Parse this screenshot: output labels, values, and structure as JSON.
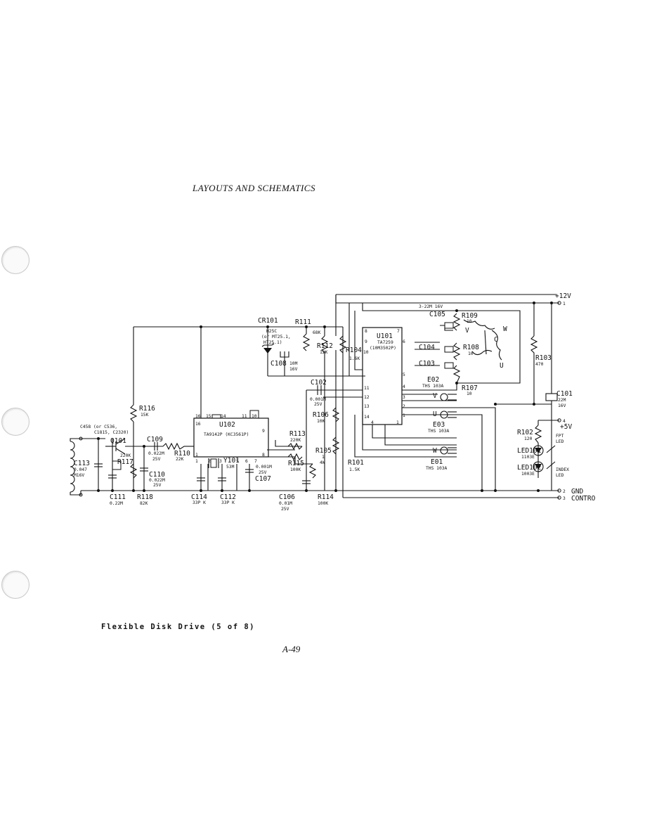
{
  "header": {
    "title": "LAYOUTS AND SCHEMATICS"
  },
  "footer": {
    "caption": "Flexible Disk Drive (5 of 8)",
    "page": "A-49"
  },
  "schematic": {
    "connectors": [
      {
        "pin": "1",
        "name": "+12V"
      },
      {
        "pin": "4",
        "name": "+5V"
      },
      {
        "pin": "2",
        "name": "GND"
      },
      {
        "pin": "3",
        "name": "CONTRO"
      }
    ],
    "components": {
      "CR101": {
        "ref": "CR101",
        "value": "H25C",
        "alt1": "(or MT25.1,",
        "alt2": "HT25.1)"
      },
      "R111": {
        "ref": "R111",
        "value": "68K"
      },
      "R112": {
        "ref": "R112",
        "value": "12K"
      },
      "R104": {
        "ref": "R104",
        "value": "1.6K"
      },
      "C108": {
        "ref": "C108",
        "value1": "10M",
        "value2": "16V"
      },
      "C102": {
        "ref": "C102",
        "value1": "0.001M",
        "value2": "25V"
      },
      "C103_top": {
        "value": "3-22M 16V"
      },
      "C105": {
        "ref": "C105"
      },
      "C104": {
        "ref": "C104"
      },
      "C103": {
        "ref": "C103"
      },
      "R109": {
        "ref": "R109",
        "value": "10"
      },
      "R108": {
        "ref": "R108",
        "value": "10"
      },
      "R107": {
        "ref": "R107",
        "value": "10"
      },
      "U101": {
        "ref": "U101",
        "part": "TA7259",
        "alt": "(10M3502P)"
      },
      "E02": {
        "ref": "E02",
        "part": "THS 103A"
      },
      "E03": {
        "ref": "E03",
        "part": "THS 103A"
      },
      "E01": {
        "ref": "E01",
        "part": "THS 103A"
      },
      "R106": {
        "ref": "R106",
        "value": "10K"
      },
      "R105": {
        "ref": "R105",
        "value1": "1",
        "value2": "4W"
      },
      "R101": {
        "ref": "R101",
        "value": "1.5K"
      },
      "R103": {
        "ref": "R103",
        "value": "470"
      },
      "C101": {
        "ref": "C101",
        "value1": "22M",
        "value2": "16V"
      },
      "R102": {
        "ref": "R102",
        "value": "120"
      },
      "LED101": {
        "ref": "LED101",
        "part": "1103E",
        "label1": "FPT",
        "label2": "LED"
      },
      "LED102": {
        "ref": "LED102",
        "part": "1003E",
        "label1": "INDEX",
        "label2": "LED"
      },
      "R116": {
        "ref": "R116",
        "value": "15K"
      },
      "U102": {
        "ref": "U102",
        "part": "TA9142P (KC3561P)"
      },
      "R113": {
        "ref": "R113",
        "value": "220K"
      },
      "R115": {
        "ref": "R115",
        "value": "100K"
      },
      "R114": {
        "ref": "R114",
        "value": "100K"
      },
      "C106": {
        "ref": "C106",
        "value1": "0.01M",
        "value2": "25V"
      },
      "C107": {
        "ref": "C107",
        "value1": "0.001M",
        "value2": "25V"
      },
      "Y101": {
        "ref": "Y101",
        "value": "53M"
      },
      "C114": {
        "ref": "C114",
        "value": "33P K"
      },
      "C112": {
        "ref": "C112",
        "value": "33P K"
      },
      "C109": {
        "ref": "C109",
        "value1": "0.022M",
        "value2": "25V"
      },
      "R110": {
        "ref": "R110",
        "value": "22K"
      },
      "C110": {
        "ref": "C110",
        "value1": "0.022M",
        "value2": "25V"
      },
      "R118": {
        "ref": "R118",
        "value": "82K"
      },
      "Q101": {
        "ref": "Q101",
        "alt1": "C458 (or C536,",
        "alt2": "C1815, C2320)"
      },
      "R117": {
        "ref": "R117",
        "value": "220K"
      },
      "C113": {
        "ref": "C113",
        "value1": "0.047",
        "value2": "M16V"
      },
      "C111": {
        "ref": "C111",
        "value": "0.22M"
      }
    },
    "motor": {
      "phases": [
        "V",
        "W",
        "C",
        "U"
      ]
    },
    "sensor_phases": [
      "V",
      "U",
      "W"
    ],
    "u101_pins": [
      "8",
      "7",
      "9",
      "6",
      "10",
      "5",
      "11",
      "4",
      "12",
      "3",
      "13",
      "2",
      "14",
      "1",
      "4",
      "1"
    ],
    "u102_pins": [
      "16",
      "15",
      "14",
      "11",
      "10",
      "9",
      "1",
      "2",
      "3",
      "5",
      "6",
      "7",
      "8",
      "16",
      "1"
    ]
  }
}
